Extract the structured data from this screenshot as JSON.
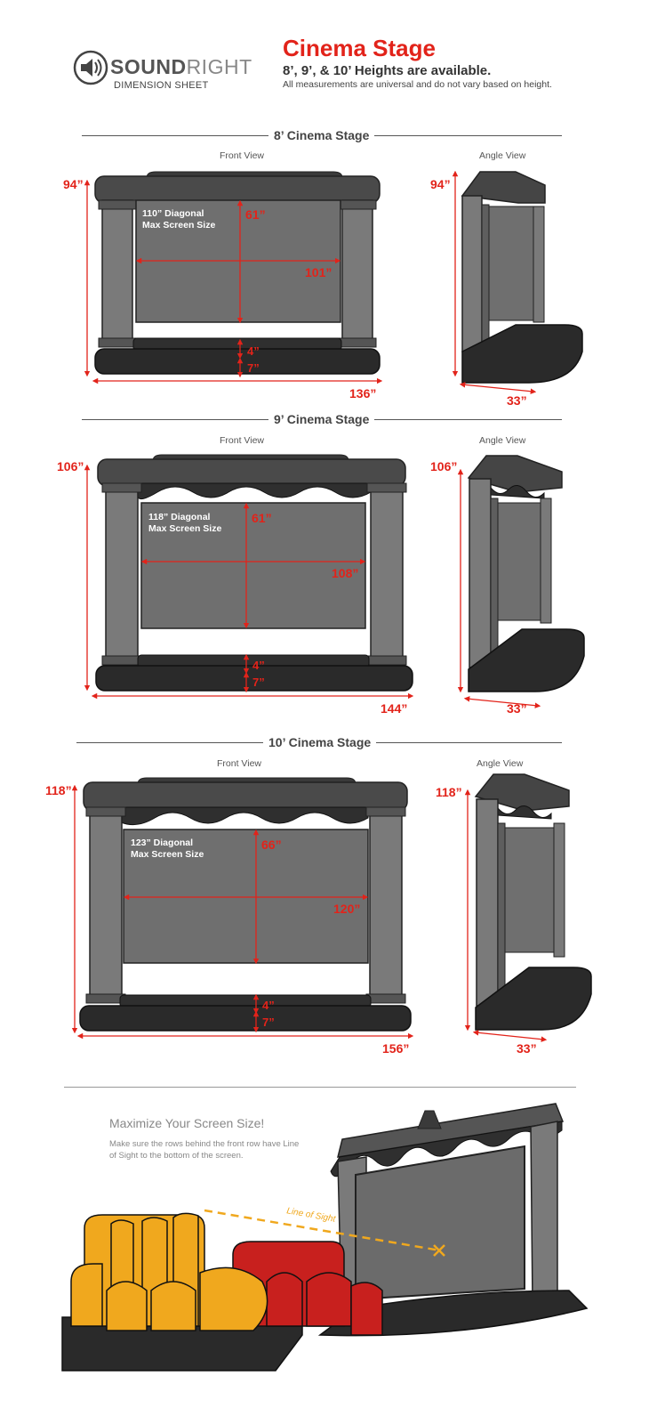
{
  "header": {
    "brand_bold": "SOUND",
    "brand_light": "RIGHT",
    "dimension_sheet": "DIMENSION SHEET",
    "title": "Cinema Stage",
    "heights": "8’, 9’, & 10’ Heights are available.",
    "note": "All measurements are universal and do not vary based on height.",
    "icon": "speaker-icon"
  },
  "stages": [
    {
      "title": "8’ Cinema Stage",
      "front_label": "Front View",
      "angle_label": "Angle View",
      "height": "94”",
      "diagonal_line1": "110” Diagonal",
      "diagonal_line2": "Max Screen Size",
      "screen_height": "61”",
      "screen_width": "101”",
      "step": "4”",
      "base": "7”",
      "total_width": "136”",
      "angle_height": "94”",
      "depth": "33”"
    },
    {
      "title": "9’ Cinema Stage",
      "front_label": "Front View",
      "angle_label": "Angle View",
      "height": "106”",
      "diagonal_line1": "118” Diagonal",
      "diagonal_line2": "Max Screen Size",
      "screen_height": "61”",
      "screen_width": "108”",
      "step": "4”",
      "base": "7”",
      "total_width": "144”",
      "angle_height": "106”",
      "depth": "33”"
    },
    {
      "title": "10’ Cinema Stage",
      "front_label": "Front View",
      "angle_label": "Angle View",
      "height": "118”",
      "diagonal_line1": "123” Diagonal",
      "diagonal_line2": "Max Screen Size",
      "screen_height": "66”",
      "screen_width": "120”",
      "step": "4”",
      "base": "7”",
      "total_width": "156”",
      "angle_height": "118”",
      "depth": "33”"
    }
  ],
  "footer": {
    "title": "Maximize Your Screen Size!",
    "text": "Make sure the rows behind the front row have Line of Sight to the bottom of the screen.",
    "line_of_sight": "Line of Sight"
  },
  "colors": {
    "accent": "#e2231a",
    "stage_gray": "#6d6d6d",
    "stage_dark": "#2e2e2e",
    "seat_yellow": "#f0a81e",
    "seat_red": "#c8201e"
  }
}
